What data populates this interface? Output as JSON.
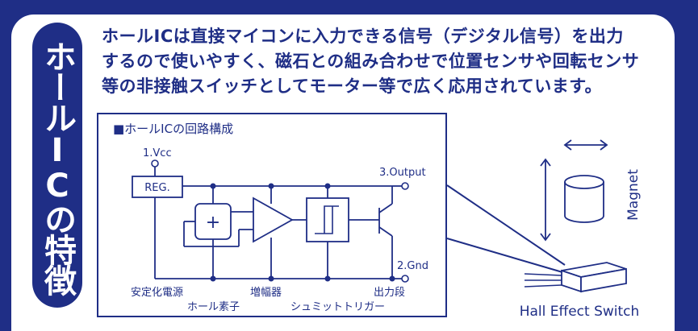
{
  "side_title": "ホールICの特徴",
  "intro_lines": [
    "ホールICは直接マイコンに入力できる信号（デジタル信号）を出力",
    "するので使いやすく、磁石との組み合わせで位置センサや回転センサ",
    "等の非接触スイッチとしてモーター等で広く応用されています。"
  ],
  "diagram": {
    "title": "■ホールICの回路構成",
    "pin_vcc": "1.Vcc",
    "pin_output": "3.Output",
    "pin_gnd": "2.Gnd",
    "reg_label": "REG.",
    "hall_symbol": "+",
    "labels": {
      "regulator": "安定化電源",
      "hall_element": "ホール素子",
      "amplifier": "増幅器",
      "schmitt": "シュミットトリガー",
      "output_stage": "出力段"
    }
  },
  "illustration": {
    "magnet_label": "Magnet",
    "switch_label": "Hall Effect Switch"
  },
  "colors": {
    "navy": "#1f2e86",
    "background": "#ffffff"
  }
}
